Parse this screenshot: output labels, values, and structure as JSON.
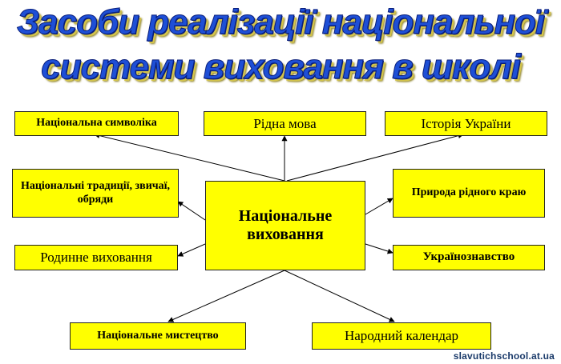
{
  "title": {
    "line1": "Засоби реалізації національної",
    "line2": "системи виховання в школі"
  },
  "center": {
    "line1": "Національне",
    "line2": "виховання"
  },
  "boxes": {
    "symbolics": "Національна символіка",
    "native_language": "Рідна мова",
    "history": "Історія України",
    "traditions": "Національні традиції, звичаї, обряди",
    "nature": "Природа рідного краю",
    "family": "Родинне виховання",
    "ukrainian_studies": "Українознавство",
    "art": "Національне мистецтво",
    "calendar": "Народний календар"
  },
  "watermark": "slavutichschool.at.ua",
  "colors": {
    "box_fill": "#ffff00",
    "title_text": "#1e4fd6",
    "title_shadow": "#d4c44a"
  }
}
